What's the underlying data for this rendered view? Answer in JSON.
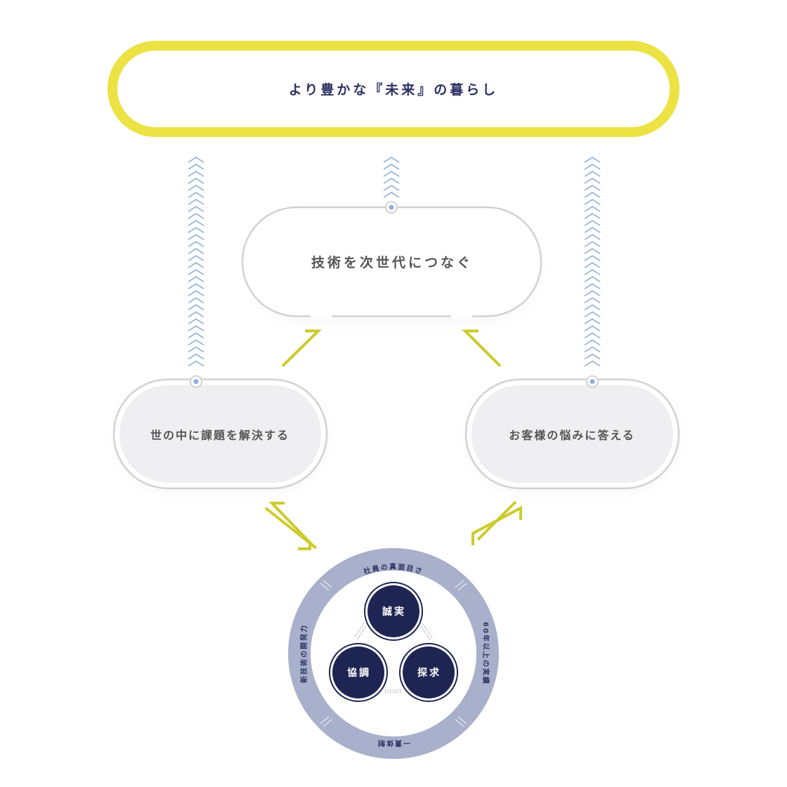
{
  "goal": {
    "label": "より豊かな『未来』の暮らし"
  },
  "center_node": {
    "label": "技術を次世代につなぐ"
  },
  "left_node": {
    "label": "世の中に課題を解決する"
  },
  "right_node": {
    "label": "お客様の悩みに答える"
  },
  "ring": {
    "top": "社員の真面目さ",
    "right": "60年以上の実績",
    "bottom": "一貫体制",
    "left": "新技術の開発力"
  },
  "values": [
    {
      "label": "誠実"
    },
    {
      "label": "協調"
    },
    {
      "label": "探求"
    }
  ],
  "colors": {
    "yellow": "#ece244",
    "arrow": "#cdcb2c",
    "chevron": "#8fadd8",
    "navy": "#1e2552",
    "ring": "#a9b0cb",
    "pill_border": "#d2d2d2",
    "pill_fill": "#efeff1"
  }
}
